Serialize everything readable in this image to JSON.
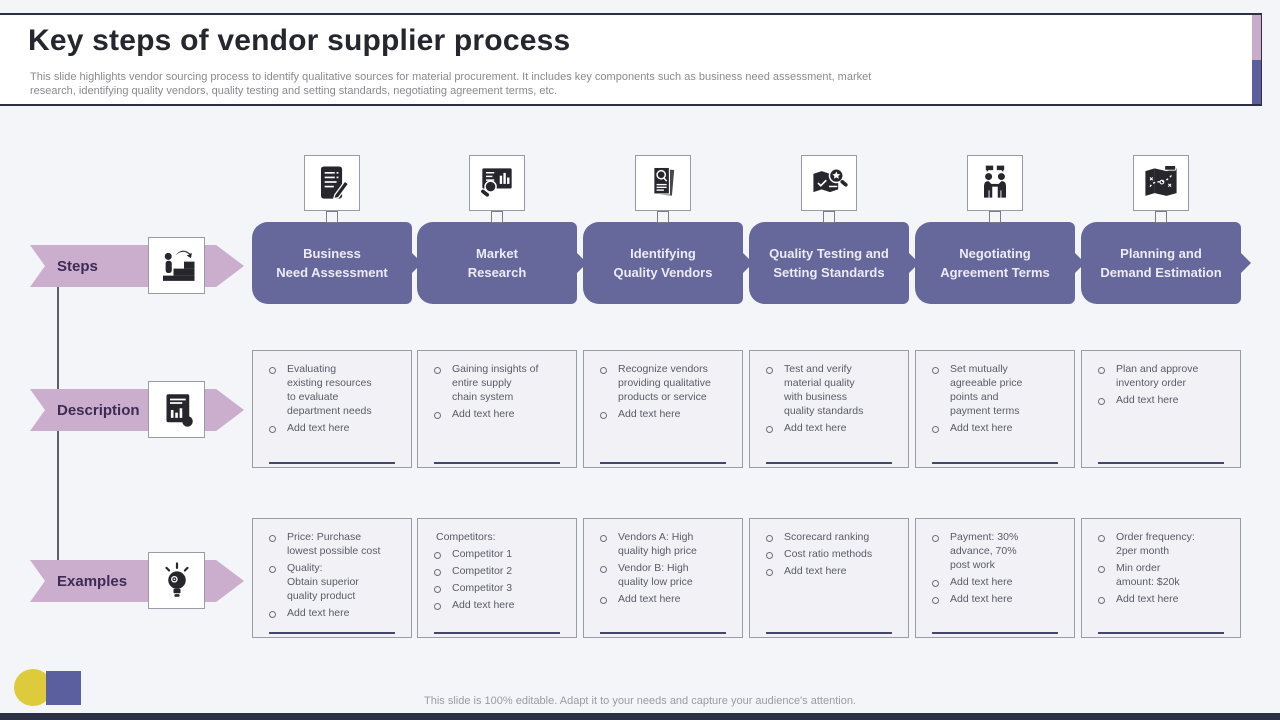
{
  "slide": {
    "title": "Key steps of vendor supplier process",
    "subtitle": "This slide highlights vendor sourcing process to identify qualitative sources for material procurement. It includes key components such as business need assessment, market\nresearch, identifying quality vendors, quality testing and setting standards, negotiating agreement terms, etc.",
    "footer": "This slide is 100% editable. Adapt it to your needs and capture your audience's attention."
  },
  "rows": [
    {
      "label": "Steps",
      "icon": "stairs-person-icon"
    },
    {
      "label": "Description",
      "icon": "report-chart-icon"
    },
    {
      "label": "Examples",
      "icon": "lightbulb-icon"
    }
  ],
  "columns": [
    {
      "title": "Business\nNeed Assessment",
      "icon": "clipboard-pencil-icon",
      "description": [
        "Evaluating\nexisting resources\nto evaluate\ndepartment needs",
        "Add text here"
      ],
      "examples": [
        "Price: Purchase\nlowest possible cost",
        "Quality:\nObtain superior\nquality product",
        "Add text here"
      ]
    },
    {
      "title": "Market\nResearch",
      "icon": "market-research-icon",
      "description": [
        "Gaining insights of\nentire supply\nchain system",
        "Add text here"
      ],
      "examples_heading": "Competitors:",
      "examples": [
        "Competitor 1",
        "Competitor 2",
        "Competitor 3",
        "Add text here"
      ]
    },
    {
      "title": "Identifying\nQuality Vendors",
      "icon": "document-magnifier-icon",
      "description": [
        "Recognize vendors\nproviding qualitative\nproducts or service",
        "Add text here"
      ],
      "examples": [
        "Vendors A: High\nquality high price",
        "Vendor B: High\nquality low price",
        "Add text here"
      ]
    },
    {
      "title": "Quality Testing and\nSetting Standards",
      "icon": "quality-inspection-icon",
      "description": [
        "Test and verify\nmaterial quality\nwith business\nquality standards",
        "Add text here"
      ],
      "examples": [
        "Scorecard ranking",
        "Cost ratio methods",
        "Add text here"
      ]
    },
    {
      "title": "Negotiating\nAgreement Terms",
      "icon": "negotiation-handshake-icon",
      "description": [
        "Set mutually\nagreeable price\npoints and\npayment terms",
        "Add text here"
      ],
      "examples": [
        "Payment: 30%\nadvance, 70%\npost work",
        "Add text here",
        "Add text here"
      ]
    },
    {
      "title": "Planning and\nDemand Estimation",
      "icon": "strategy-map-icon",
      "description": [
        "Plan and approve\ninventory order",
        "Add text here"
      ],
      "examples": [
        "Order frequency:\n2per month",
        "Min order\namount: $20k",
        "Add text here"
      ]
    }
  ],
  "colors": {
    "header_accent_pink": "#c9abca",
    "header_accent_purple": "#5c5f9f",
    "step_box_purple": "#66689c",
    "row_arrow_pink": "#cbadcd",
    "underline_navy": "#42476b",
    "decor_yellow": "#ddcb3b",
    "decor_square_purple": "#5b5fa0",
    "bottom_bar_navy": "#2c3044"
  }
}
